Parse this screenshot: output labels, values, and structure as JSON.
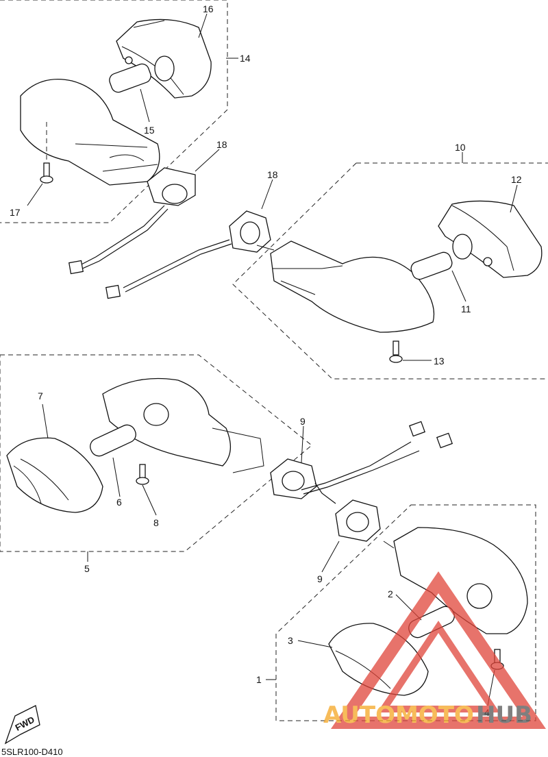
{
  "callouts": {
    "c1": "1",
    "c2": "2",
    "c3": "3",
    "c4": "4",
    "c5": "5",
    "c6": "6",
    "c7": "7",
    "c8": "8",
    "c9a": "9",
    "c9b": "9",
    "c10": "10",
    "c11": "11",
    "c12": "12",
    "c13": "13",
    "c14": "14",
    "c15": "15",
    "c16": "16",
    "c17": "17",
    "c18a": "18",
    "c18b": "18"
  },
  "fwd_label": "FWD",
  "diagram_code": "5SLR100-D410",
  "watermark": {
    "part1": "AUTOMOTO",
    "part2": "HUB",
    "color_orange": "#f5a623",
    "color_red": "#e0453a"
  }
}
